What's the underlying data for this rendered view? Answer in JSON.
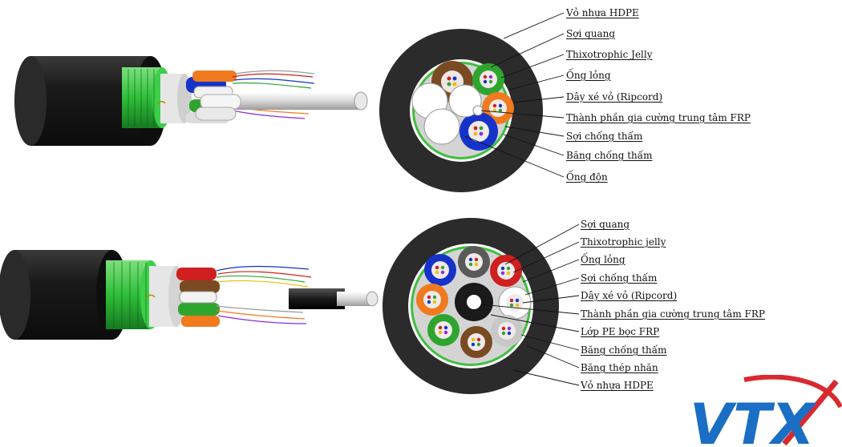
{
  "diagram_top": {
    "labels": [
      "Vỏ nhựa HDPE",
      "Sợi quang",
      "Thixotrophic Jelly",
      "Ống lỏng",
      "Dây xé vỏ (Ripcord)",
      "Thành phần gia cường trung tâm FRP",
      "Sợi chống thấm",
      "Băng chống thấm",
      "Ống độn"
    ]
  },
  "diagram_bottom": {
    "labels": [
      "Sợi quang",
      "Thixotrophic jelly",
      "Ống lỏng",
      "Sợi chống thấm",
      "Dây xé vỏ (Ripcord)",
      "Thành phần gia cường trung tâm FRP",
      "Lớp PE bọc FRP",
      "Băng chống thấm",
      "Băng thép nhăn",
      "Vỏ nhựa HDPE"
    ]
  },
  "logo": {
    "text": "VTX",
    "colors": {
      "letters": "#1a6fc4",
      "swoosh": "#d9292f"
    }
  },
  "colors": {
    "jacket": "#1e1e1e",
    "water_blocking_tape": "#2fbf3a",
    "tube_colors": [
      "#1533c9",
      "#f07a1e",
      "#2fa52f",
      "#7a4a22",
      "#9a9a9a",
      "#ffffff",
      "#d01f1f"
    ],
    "filler": "#ffffff"
  }
}
